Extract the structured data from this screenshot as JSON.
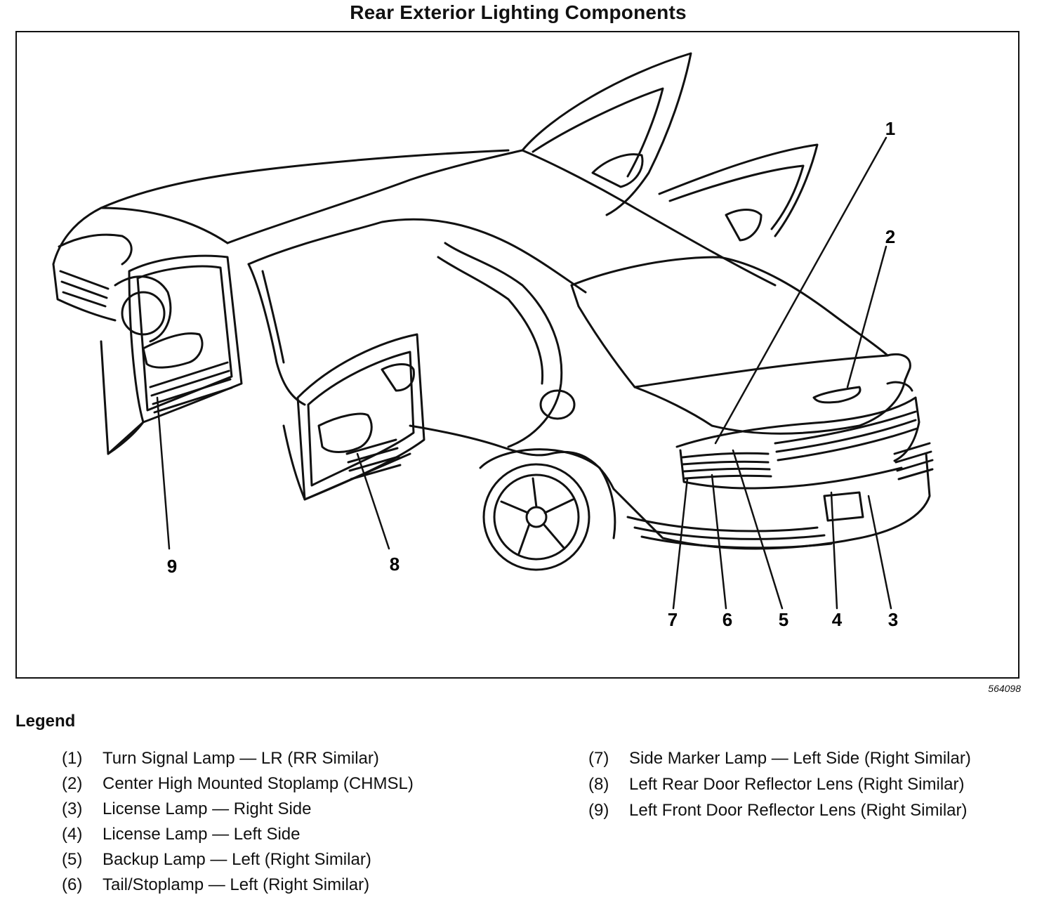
{
  "title": "Rear Exterior Lighting Components",
  "figure_id": "564098",
  "callouts": [
    "1",
    "2",
    "3",
    "4",
    "5",
    "6",
    "7",
    "8",
    "9"
  ],
  "legend": {
    "heading": "Legend",
    "items": [
      {
        "num": "(1)",
        "text": "Turn Signal Lamp — LR (RR Similar)"
      },
      {
        "num": "(2)",
        "text": "Center High Mounted Stoplamp (CHMSL)"
      },
      {
        "num": "(3)",
        "text": "License Lamp — Right Side"
      },
      {
        "num": "(4)",
        "text": "License Lamp — Left Side"
      },
      {
        "num": "(5)",
        "text": "Backup Lamp — Left (Right Similar)"
      },
      {
        "num": "(6)",
        "text": "Tail/Stoplamp — Left (Right Similar)"
      },
      {
        "num": "(7)",
        "text": "Side Marker Lamp — Left Side (Right Similar)"
      },
      {
        "num": "(8)",
        "text": "Left Rear Door Reflector Lens (Right Similar)"
      },
      {
        "num": "(9)",
        "text": "Left Front Door Reflector Lens (Right Similar)"
      }
    ]
  }
}
